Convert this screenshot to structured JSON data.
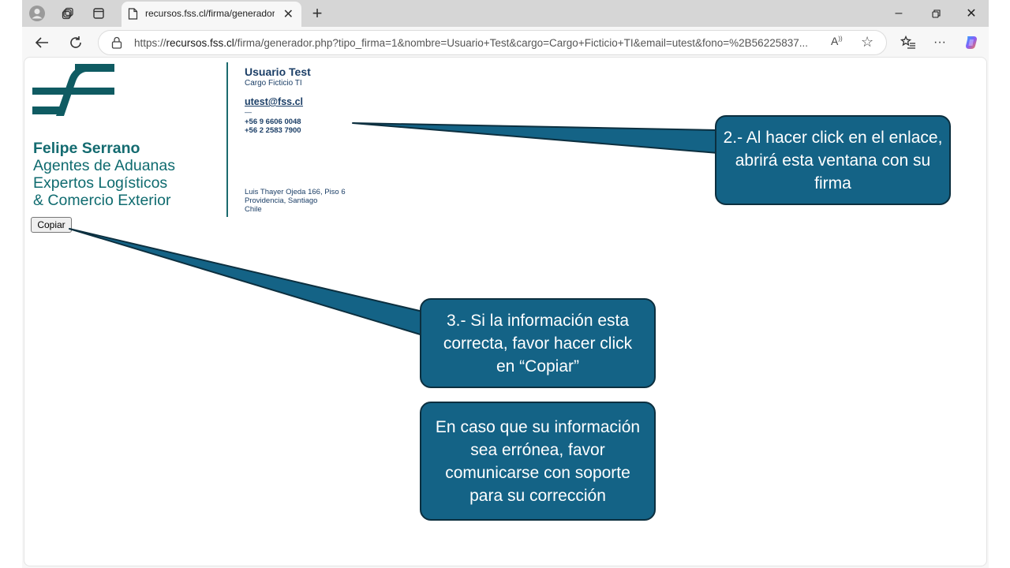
{
  "browser": {
    "tab_title": "recursos.fss.cl/firma/generador.ph",
    "url_prefix": "https://",
    "url_host": "recursos.fss.cl",
    "url_rest": "/firma/generador.php?tipo_firma=1&nombre=Usuario+Test&cargo=Cargo+Ficticio+TI&email=utest&fono=%2B56225837..."
  },
  "brand": {
    "line1": "Felipe Serrano",
    "line2": "Agentes de Aduanas",
    "line3": "Expertos Logísticos",
    "line4": "& Comercio Exterior",
    "color": "#0f6b6f"
  },
  "signature": {
    "name": "Usuario Test",
    "role": "Cargo Ficticio TI",
    "email": "utest@fss.cl",
    "dash": "—",
    "phone1": "+56 9 6606 0048",
    "phone2": "+56 2 2583 7900",
    "address1": "Luis Thayer Ojeda 166, Piso 6",
    "address2": "Providencia, Santiago",
    "address3": "Chile"
  },
  "copy_button": {
    "label": "Copiar"
  },
  "callouts": {
    "step2": "2.- Al hacer click en el enlace, abrirá esta ventana con su firma",
    "step3": "3.- Si la información esta correcta, favor hacer click en “Copiar”",
    "note": "En caso que su información sea errónea, favor comunicarse con soporte para su corrección",
    "fill_color": "#146386"
  }
}
